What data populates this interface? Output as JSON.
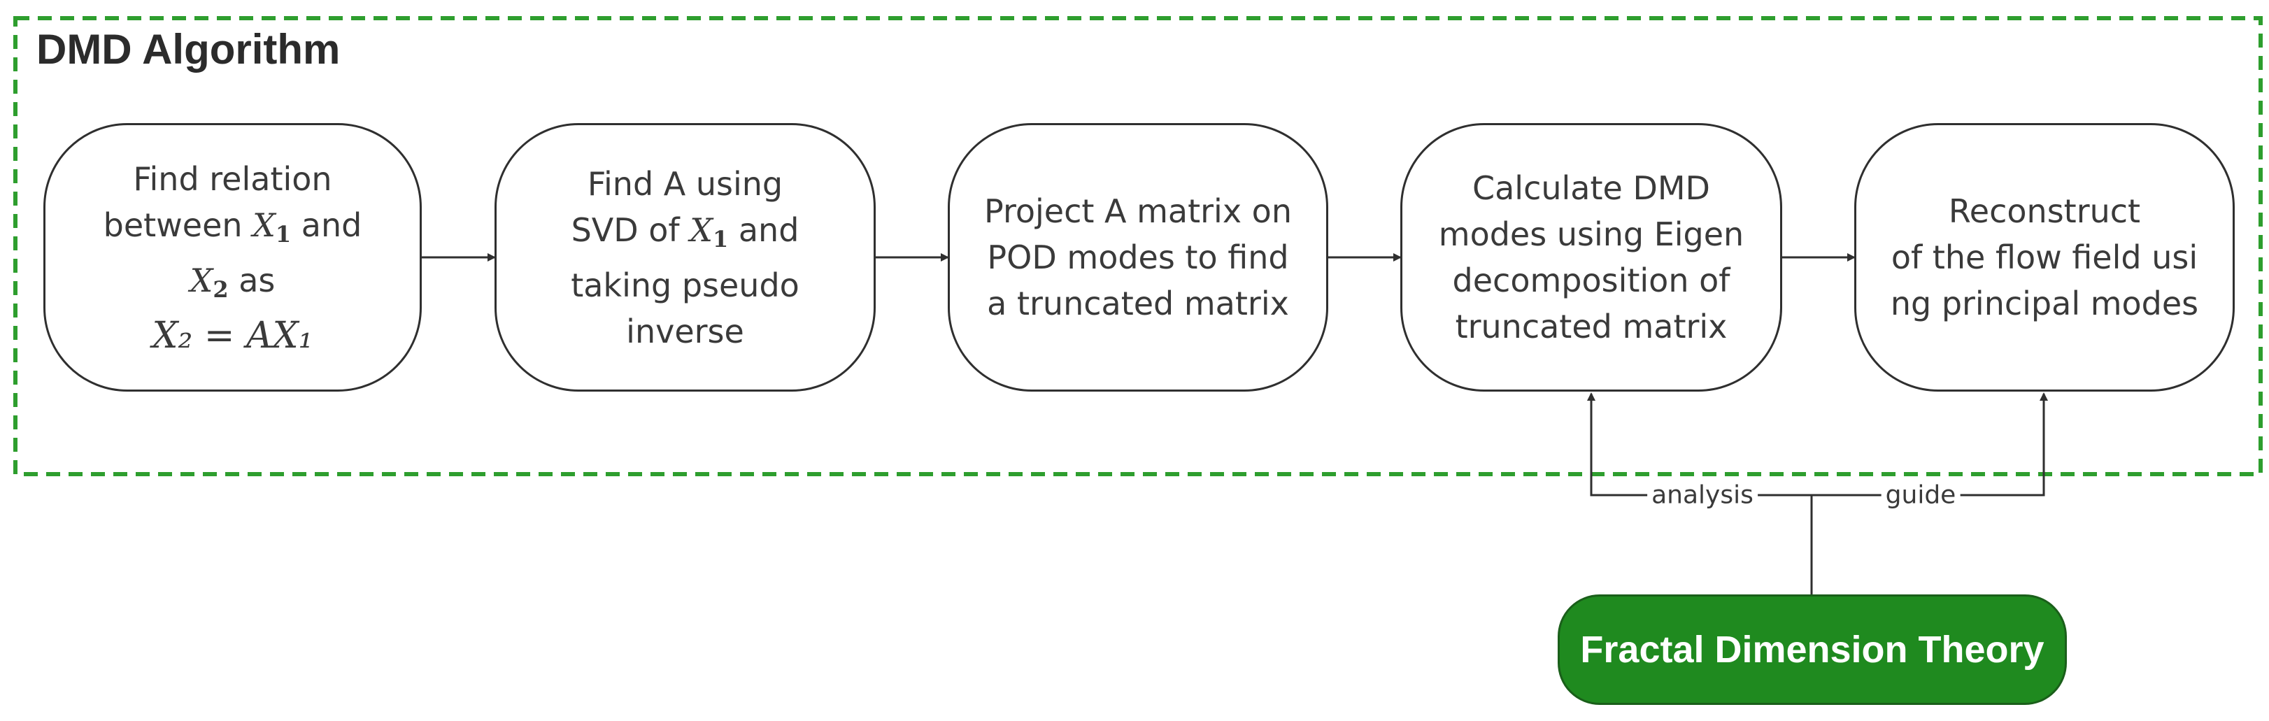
{
  "section_title": "DMD Algorithm",
  "steps": [
    {
      "line1": "Find relation",
      "line2_text": "between ",
      "line2_math": "X",
      "line2_sub": "1",
      "line2_tail": " and",
      "line3_math": "X",
      "line3_sub": "2",
      "line3_tail": " as",
      "line4": "X₂ = AX₁"
    },
    {
      "line1": "Find A using",
      "line2_text": "SVD of ",
      "line2_math": "X",
      "line2_sub": "1",
      "line2_tail": " and",
      "line3": "taking pseudo",
      "line4": "inverse"
    },
    {
      "line1": "Project A matrix on",
      "line2": "POD modes to find",
      "line3": "a truncated matrix"
    },
    {
      "line1": "Calculate DMD",
      "line2": "modes using Eigen",
      "line3": "decomposition of",
      "line4": "truncated matrix"
    },
    {
      "line1": "Reconstruct",
      "line2": "of the flow field usi",
      "line3": "ng principal modes"
    }
  ],
  "labels": {
    "analysis": "analysis",
    "guide": "guide"
  },
  "theory_box": "Fractal Dimension Theory",
  "colors": {
    "dashed_border": "#2e9e2e",
    "theory_fill": "#1f8a1f",
    "line": "#2f2f2f"
  }
}
